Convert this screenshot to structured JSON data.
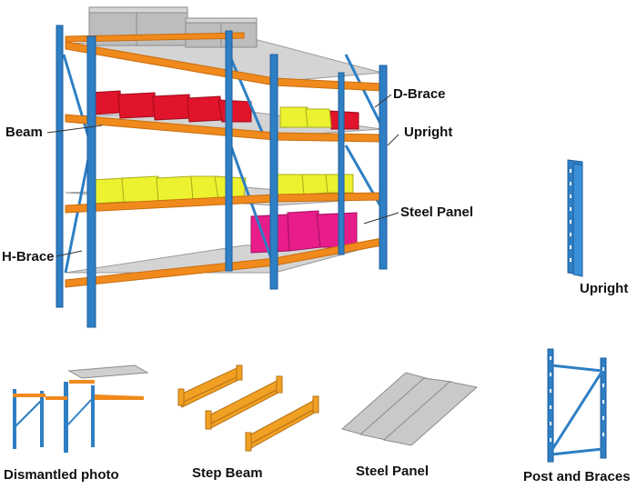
{
  "labels": {
    "d_brace": "D-Brace",
    "beam": "Beam",
    "upright_callout": "Upright",
    "steel_panel_callout": "Steel Panel",
    "h_brace": "H-Brace",
    "upright_part": "Upright"
  },
  "captions": {
    "dismantled": "Dismantled photo",
    "step_beam": "Step Beam",
    "steel_panel": "Steel Panel",
    "post_and_braces": "Post and Braces"
  },
  "colors": {
    "upright_blue": "#2e7fc4",
    "upright_dark": "#1d5e9c",
    "beam_orange": "#f08a1c",
    "beam_dark": "#c96d0e",
    "panel_grey": "#c9c9c9",
    "bin_red": "#e0142a",
    "bin_yellow": "#ecf230",
    "box_magenta": "#e81c8a",
    "crate_grey": "#b8b8b8"
  }
}
